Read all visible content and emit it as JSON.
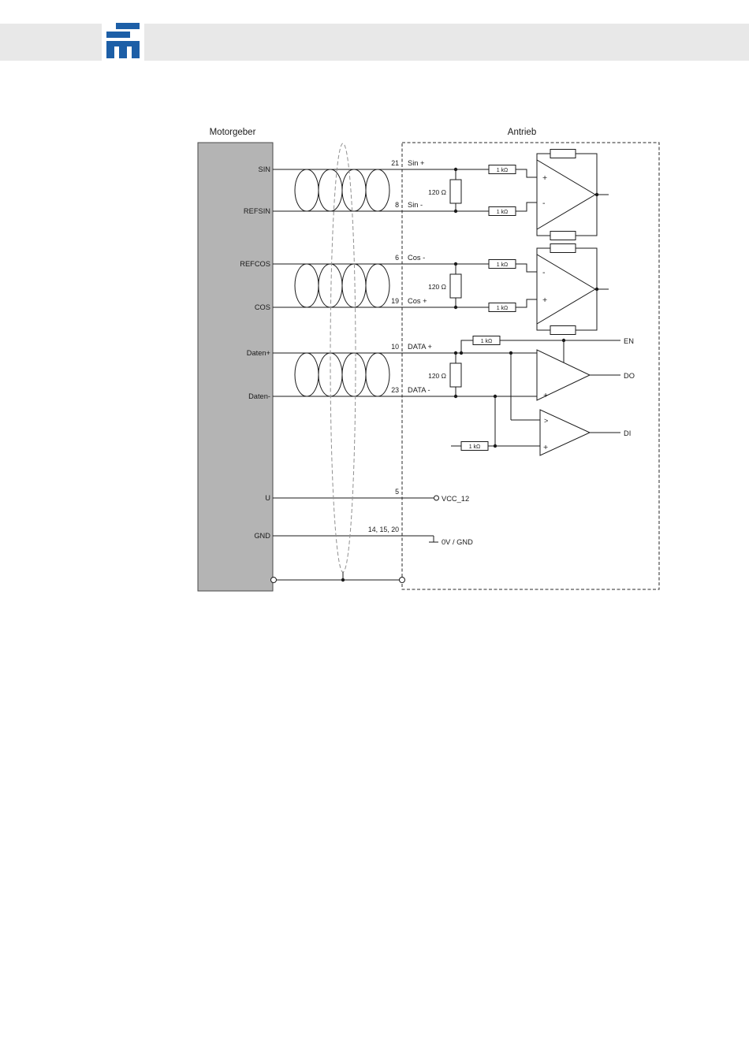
{
  "header": {
    "logo_icon": "company-logo"
  },
  "colors": {
    "logo_blue": "#1d5fa7",
    "header_bar": "#e8e8e8",
    "encoder_box_fill": "#b4b4b4"
  },
  "diagram": {
    "left_title": "Motorgeber",
    "right_title": "Antrieb",
    "rows": {
      "sin": {
        "encoder_label": "SIN",
        "pin": "21",
        "signal": "Sin +"
      },
      "refsin": {
        "encoder_label": "REFSIN",
        "pin": "8",
        "signal": "Sin -"
      },
      "refcos": {
        "encoder_label": "REFCOS",
        "pin": "6",
        "signal": "Cos -"
      },
      "cos": {
        "encoder_label": "COS",
        "pin": "19",
        "signal": "Cos +"
      },
      "data_plus": {
        "encoder_label": "Daten+",
        "pin": "10",
        "signal": "DATA +"
      },
      "data_minus": {
        "encoder_label": "Daten-",
        "pin": "23",
        "signal": "DATA -"
      },
      "supply": {
        "encoder_label": "U",
        "pin": "5",
        "signal": "VCC_12"
      },
      "ground": {
        "encoder_label": "GND",
        "pin": "14, 15, 20",
        "signal": "0V / GND"
      }
    },
    "labels": {
      "termination_resistor": "120 Ω",
      "bias_resistor": "1 kΩ",
      "plus": "+",
      "minus": "-",
      "receiver_mark": ">",
      "enable": "EN",
      "data_out": "DO",
      "data_in": "DI"
    }
  }
}
